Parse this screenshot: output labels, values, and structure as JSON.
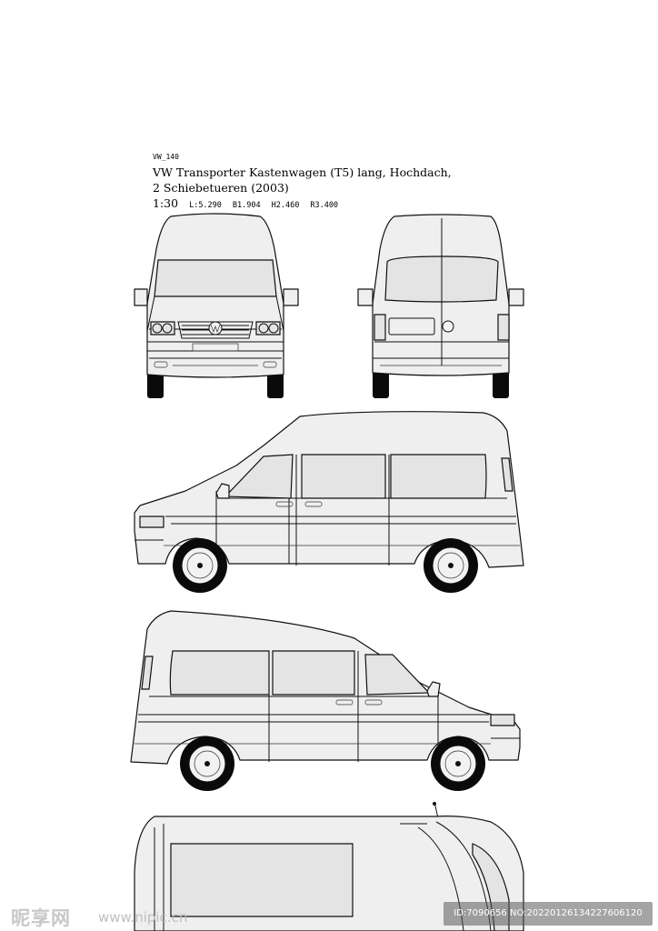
{
  "header": {
    "code": "VW_140",
    "title_line1": "VW  Transporter Kastenwagen (T5) lang, Hochdach,",
    "title_line2": "2 Schiebetueren (2003)",
    "scale": "1:30",
    "length": "L:5.290",
    "width": "B1.904",
    "height": "H2.460",
    "wheelbase": "R3.400"
  },
  "views": {
    "front": "front-view",
    "rear": "rear-view",
    "left": "left-side-view",
    "right": "right-side-view",
    "top": "top-view"
  },
  "watermark": {
    "brand": "昵享网",
    "url": "www.nipic.cn",
    "id_text": "ID:7090656 NO:20220126134227606120"
  }
}
